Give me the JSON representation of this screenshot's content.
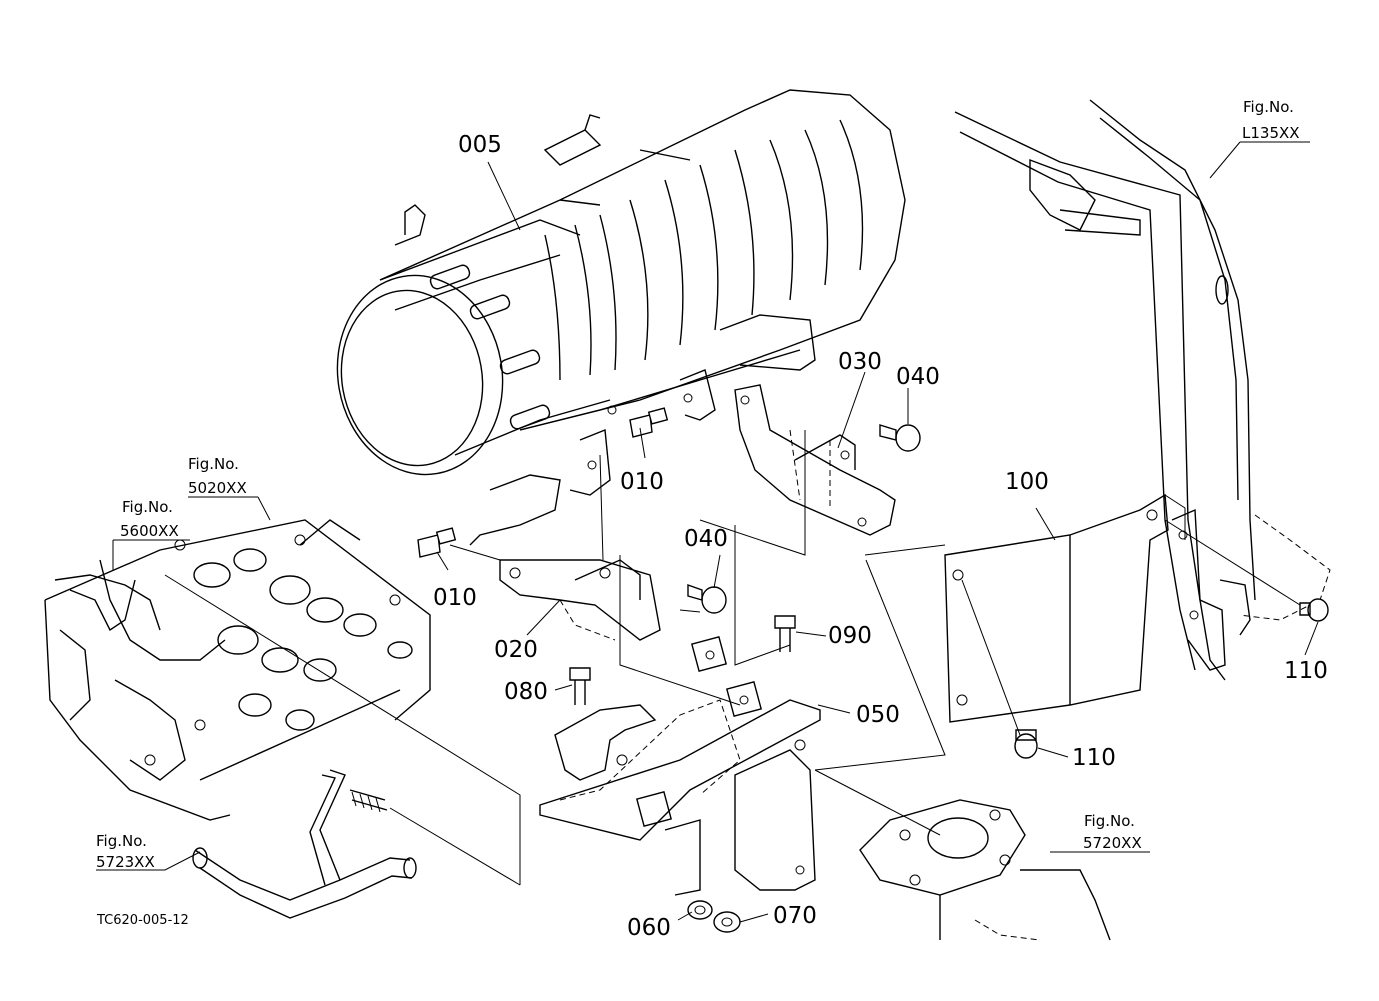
{
  "drawing_code": "TC620-005-12",
  "part_labels": {
    "p005": "005",
    "p010a": "010",
    "p010b": "010",
    "p020": "020",
    "p030": "030",
    "p040a": "040",
    "p040b": "040",
    "p050": "050",
    "p060": "060",
    "p070": "070",
    "p080": "080",
    "p090": "090",
    "p100": "100",
    "p110a": "110",
    "p110b": "110"
  },
  "figure_refs": {
    "fig_caption": "Fig.No.",
    "l135": "L135XX",
    "r5020": "5020XX",
    "r5600": "5600XX",
    "r5723": "5723XX",
    "r5720": "5720XX"
  }
}
